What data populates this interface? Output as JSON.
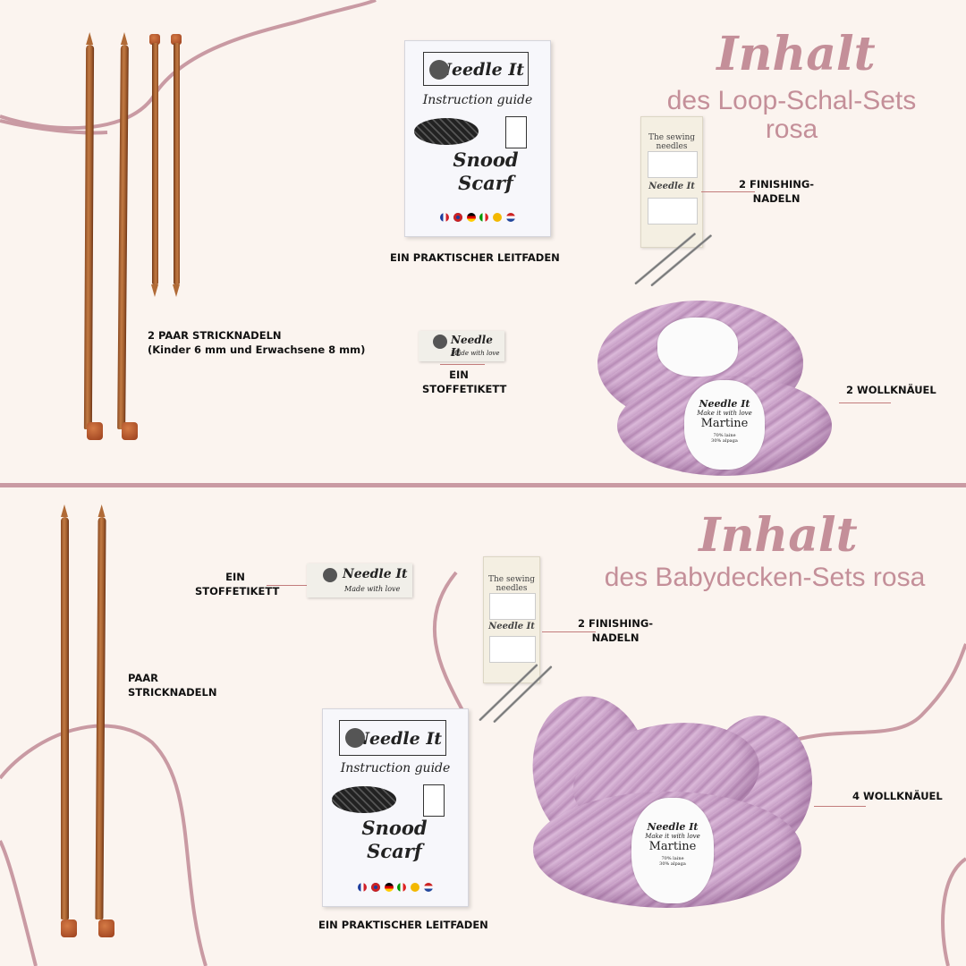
{
  "section1": {
    "heading": "Inhalt",
    "subheading_line1": "des Loop-Schal-Sets",
    "subheading_line2": "rosa",
    "labels": {
      "needles_line1": "2 PAAR STRICKNADELN",
      "needles_line2": "(Kinder 6 mm und Erwachsene 8 mm)",
      "guide": "EIN PRAKTISCHER LEITFADEN",
      "finishing_line1": "2 FINISHING-",
      "finishing_line2": "NADELN",
      "tag_line1": "EIN",
      "tag_line2": "STOFFETIKETT",
      "wool": "2 WOLLKNÄUEL"
    }
  },
  "section2": {
    "heading": "Inhalt",
    "subheading": "des Babydecken-Sets rosa",
    "labels": {
      "tag_line1": "EIN",
      "tag_line2": "STOFFETIKETT",
      "needles_line1": "PAAR",
      "needles_line2": "STRICKNADELN",
      "finishing_line1": "2 FINISHING-",
      "finishing_line2": "NADELN",
      "wool": "4 WOLLKNÄUEL",
      "guide": "EIN PRAKTISCHER LEITFADEN"
    }
  },
  "product": {
    "brand": "Needle It",
    "instruction_guide": "Instruction guide",
    "title_line1": "Snood",
    "title_line2": "Scarf",
    "tag_text": "Made with love",
    "box_text": "The sewing needles",
    "yarn_slogan": "Make it with love",
    "yarn_name": "Martine",
    "yarn_comp1": "70% laine",
    "yarn_comp2": "30% alpaga"
  },
  "colors": {
    "accent_pink": "#c48f99",
    "background": "#fbf4ef",
    "yarn_pink": "#d3aed1"
  }
}
